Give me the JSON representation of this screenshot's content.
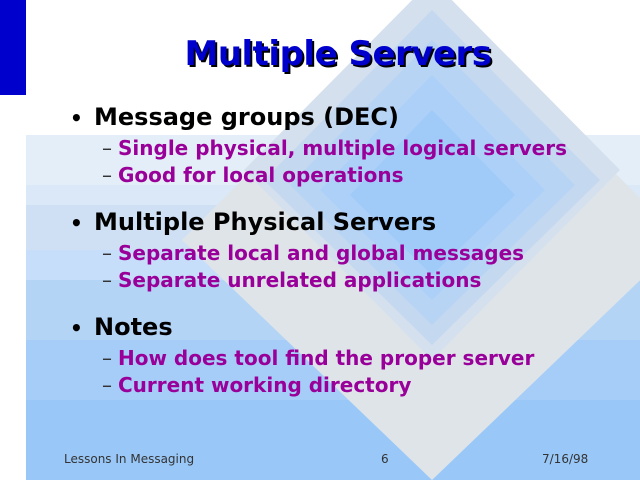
{
  "slide": {
    "title": "Multiple Servers",
    "bullets": [
      {
        "text": "Message groups (DEC)",
        "subs": [
          "Single physical, multiple logical servers",
          "Good for local operations"
        ]
      },
      {
        "text": "Multiple Physical Servers",
        "subs": [
          "Separate local and global messages",
          "Separate unrelated applications"
        ]
      },
      {
        "text": "Notes",
        "subs": [
          "How does tool find the proper server",
          "Current working directory"
        ]
      }
    ],
    "bullet_glyph": "•",
    "sub_glyph": "–"
  },
  "footer": {
    "left": "Lessons In Messaging",
    "center": "6",
    "right": "7/16/98"
  },
  "colors": {
    "title": "#0000cc",
    "sub": "#990099",
    "accent_bar": "#0000cc"
  }
}
